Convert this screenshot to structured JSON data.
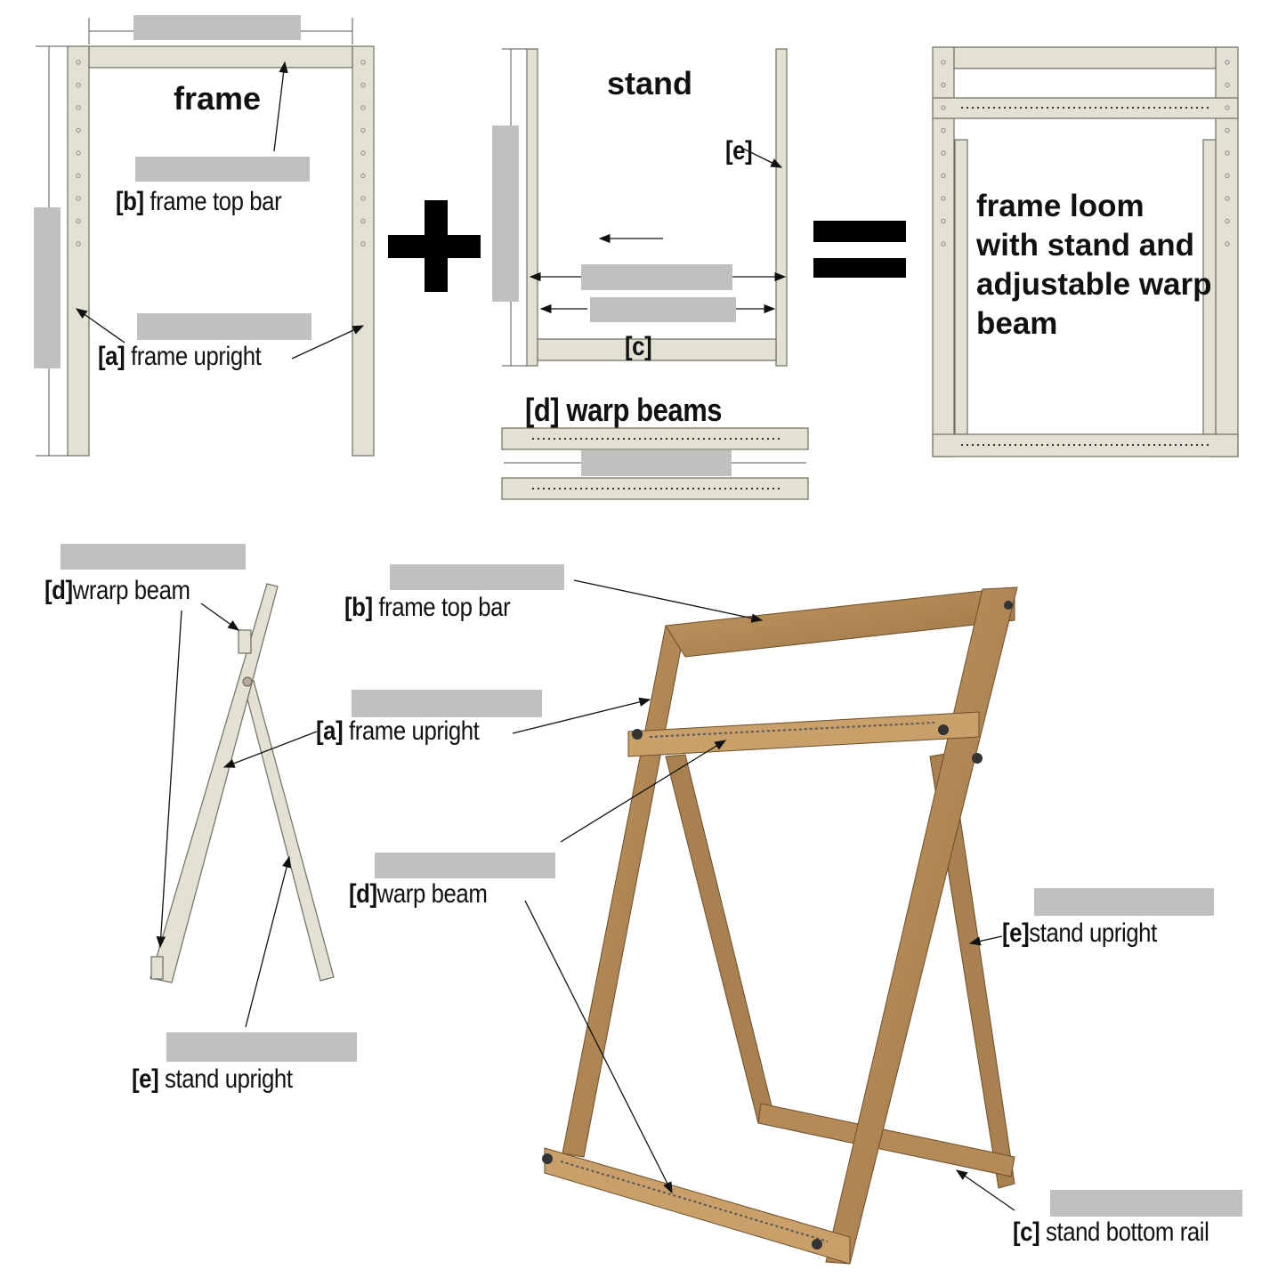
{
  "top": {
    "frame_title": "frame",
    "stand_title": "stand",
    "result_text": [
      "frame loom",
      "with stand and",
      "adjustable warp",
      "beam"
    ],
    "frame_top_bar": {
      "tag": "[b]",
      "text": "frame top bar"
    },
    "frame_upright": {
      "tag": "[a]",
      "text": "frame upright"
    },
    "stand_upright_tag": "[e]",
    "stand_rail_tag": "[c]",
    "warp_beams": {
      "tag": "[d]",
      "text": "warp beams"
    }
  },
  "bottom": {
    "side_warp_beam": {
      "tag": "[d]",
      "text": "wrarp beam"
    },
    "side_stand_upright": {
      "tag": "[e]",
      "text": "stand upright"
    },
    "photo_frame_top_bar": {
      "tag": "[b]",
      "text": "frame top bar"
    },
    "photo_frame_upright": {
      "tag": "[a]",
      "text": "frame upright"
    },
    "photo_warp_beam": {
      "tag": "[d]",
      "text": "warp beam"
    },
    "photo_stand_upright": {
      "tag": "[e]",
      "text": "stand upright"
    },
    "photo_stand_bottom_rail": {
      "tag": "[c]",
      "text": "stand bottom rail"
    }
  },
  "colors": {
    "part_fill": "#e2e1d3",
    "part_stroke": "#6e6e62",
    "wood": "#b88c55",
    "redaction": "#c0c0c0"
  }
}
